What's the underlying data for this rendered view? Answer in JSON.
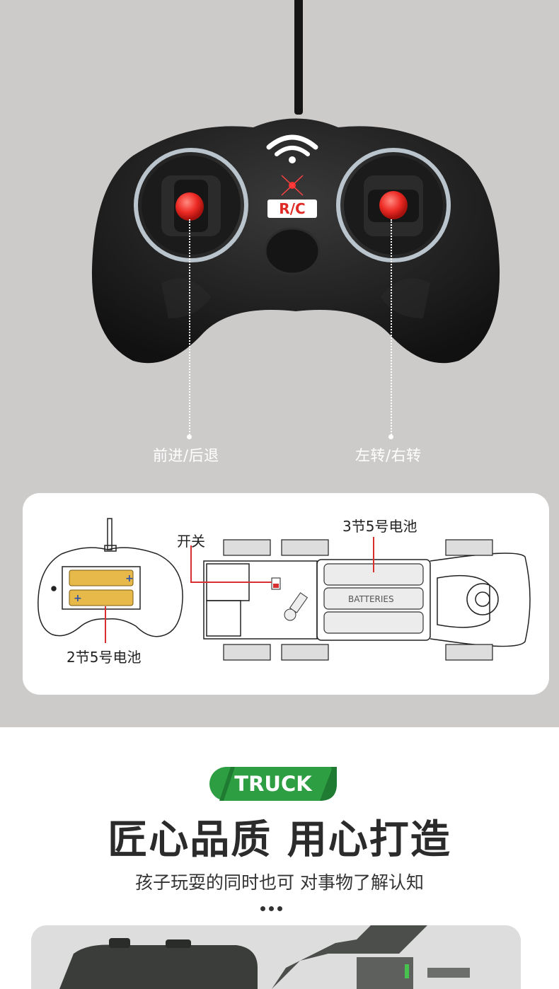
{
  "controller": {
    "logo_text": "R/C",
    "left_stick_label": "前进/后退",
    "right_stick_label": "左转/右转"
  },
  "diagram": {
    "remote_battery_label": "2节5号电池",
    "switch_label": "开关",
    "car_battery_label": "3节5号电池",
    "battery_text": "BATTERIES"
  },
  "section": {
    "badge": "TRUCK",
    "headline": "匠心品质 用心打造",
    "subline": "孩子玩耍的同时也可 对事物了解认知"
  },
  "colors": {
    "top_background": "#cdcbca",
    "badge_green": "#2e9e43",
    "stick_red": "#e8302a",
    "controller_body": "#1e1e1e"
  }
}
